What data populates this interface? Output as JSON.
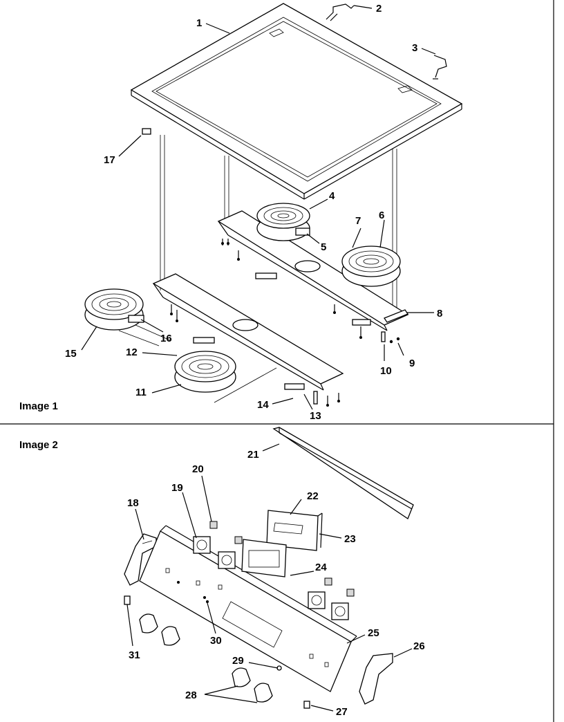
{
  "panels": [
    {
      "label": "Image 1"
    },
    {
      "label": "Image 2"
    }
  ],
  "callouts": [
    "1",
    "2",
    "3",
    "4",
    "5",
    "6",
    "7",
    "8",
    "9",
    "10",
    "11",
    "12",
    "13",
    "14",
    "15",
    "16",
    "17",
    "18",
    "19",
    "20",
    "21",
    "22",
    "23",
    "24",
    "25",
    "26",
    "27",
    "28",
    "29",
    "30",
    "31"
  ]
}
